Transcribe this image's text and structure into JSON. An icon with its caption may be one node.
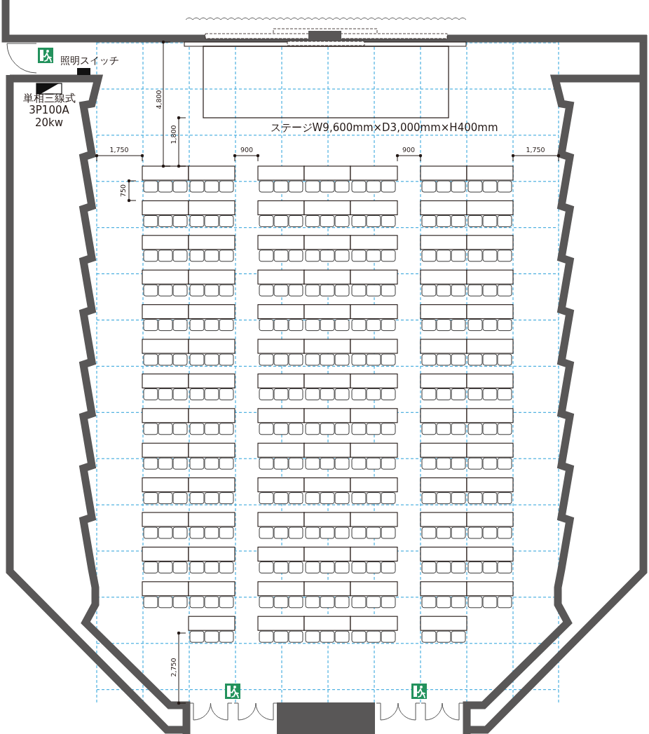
{
  "diagram": {
    "labels": [
      "照明スイッチ",
      "単相三線式 3P100A 20kw",
      "4,800",
      "ステージW9,600mm×D3,000mm×H400mm",
      "1,800",
      "1,750",
      "900",
      "900",
      "1,750",
      "750",
      "2,750"
    ]
  }
}
